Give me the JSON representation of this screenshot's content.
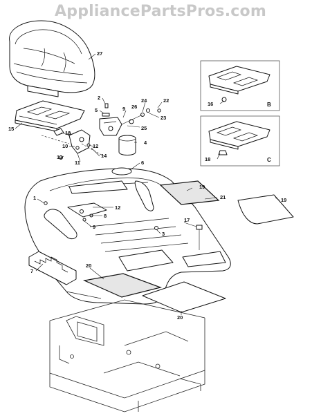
{
  "watermark": "AppliancePartsPros.com",
  "inset_labels": [
    "B",
    "C"
  ],
  "callouts": [
    {
      "id": "c27",
      "text": "27"
    },
    {
      "id": "c2",
      "text": "2"
    },
    {
      "id": "c5",
      "text": "5"
    },
    {
      "id": "c9a",
      "text": "9"
    },
    {
      "id": "c26",
      "text": "26"
    },
    {
      "id": "c24",
      "text": "24"
    },
    {
      "id": "c22",
      "text": "22"
    },
    {
      "id": "c23",
      "text": "23"
    },
    {
      "id": "c25",
      "text": "25"
    },
    {
      "id": "c15",
      "text": "15"
    },
    {
      "id": "c13a",
      "text": "13"
    },
    {
      "id": "c10",
      "text": "10"
    },
    {
      "id": "c12a",
      "text": "12"
    },
    {
      "id": "c13b",
      "text": "13"
    },
    {
      "id": "c14",
      "text": "14"
    },
    {
      "id": "c11",
      "text": "11"
    },
    {
      "id": "c4",
      "text": "4"
    },
    {
      "id": "c6",
      "text": "6"
    },
    {
      "id": "c16",
      "text": "16"
    },
    {
      "id": "c18",
      "text": "18"
    },
    {
      "id": "c19a",
      "text": "19"
    },
    {
      "id": "c21",
      "text": "21"
    },
    {
      "id": "c19b",
      "text": "19"
    },
    {
      "id": "c1",
      "text": "1"
    },
    {
      "id": "c12b",
      "text": "12"
    },
    {
      "id": "c8",
      "text": "8"
    },
    {
      "id": "c9b",
      "text": "9"
    },
    {
      "id": "c17",
      "text": "17"
    },
    {
      "id": "c3",
      "text": "3"
    },
    {
      "id": "c7",
      "text": "7"
    },
    {
      "id": "c20a",
      "text": "20"
    },
    {
      "id": "c20b",
      "text": "20"
    }
  ]
}
